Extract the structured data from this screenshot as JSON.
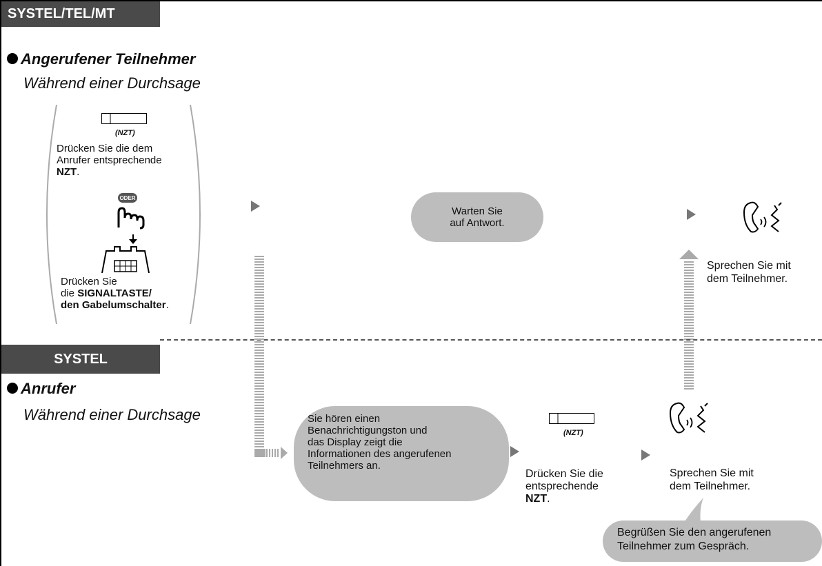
{
  "tabs": {
    "top": "SYSTEL/TEL/MT",
    "bottom": "SYSTEL"
  },
  "called_party": {
    "role": "Angerufener Teilnehmer",
    "condition": "Während einer Durchsage",
    "key_label": "(NZT)",
    "press_line1": "Drücken Sie die dem",
    "press_line2": "Anrufer entsprechende",
    "press_key": "NZT",
    "or_badge": "ODER",
    "alt_line1": "Drücken Sie",
    "alt_line2_pre": "die ",
    "alt_line2_bold": "SIGNALTASTE/",
    "alt_line3_bold": "den Gabelumschalter",
    "wait_line1": "Warten Sie",
    "wait_line2": "auf Antwort.",
    "talk_line1": "Sprechen Sie mit",
    "talk_line2": "dem Teilnehmer."
  },
  "caller": {
    "role": "Anrufer",
    "condition": "Während einer Durchsage",
    "notify_lines": [
      "Sie hören einen",
      "Benachrichtigungston und",
      "das Display zeigt die",
      "Informationen des angerufenen",
      "Teilnehmers an."
    ],
    "key_label": "(NZT)",
    "press_line1": "Drücken Sie die",
    "press_line2": "entsprechende",
    "press_key": "NZT",
    "talk_line1": "Sprechen Sie mit",
    "talk_line2": "dem Teilnehmer.",
    "greet_line1": "Begrüßen Sie den angerufenen",
    "greet_line2": "Teilnehmer zum Gespräch."
  }
}
